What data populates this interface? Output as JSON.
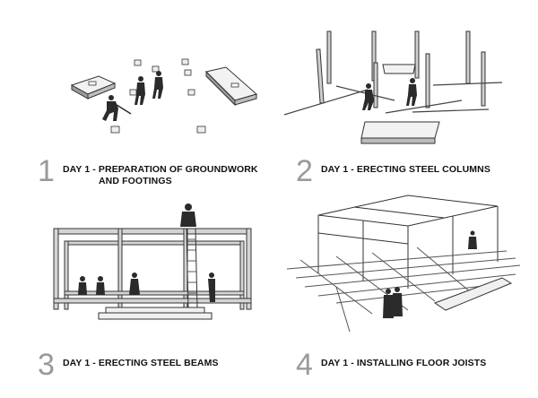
{
  "panels": [
    {
      "number": "1",
      "line1": "DAY 1 - PREPARATION OF GROUNDWORK",
      "line2": "AND FOOTINGS"
    },
    {
      "number": "2",
      "line1": "DAY 1 - ERECTING STEEL COLUMNS",
      "line2": ""
    },
    {
      "number": "3",
      "line1": "DAY 1 - ERECTING STEEL BEAMS",
      "line2": ""
    },
    {
      "number": "4",
      "line1": "DAY 1 - INSTALLING FLOOR JOISTS",
      "line2": ""
    }
  ],
  "colors": {
    "number": "#9a9a9a",
    "caption": "#111111",
    "figure": "#2b2b2b",
    "steel": "#d8d8d8",
    "outline": "#3c3c3c"
  }
}
